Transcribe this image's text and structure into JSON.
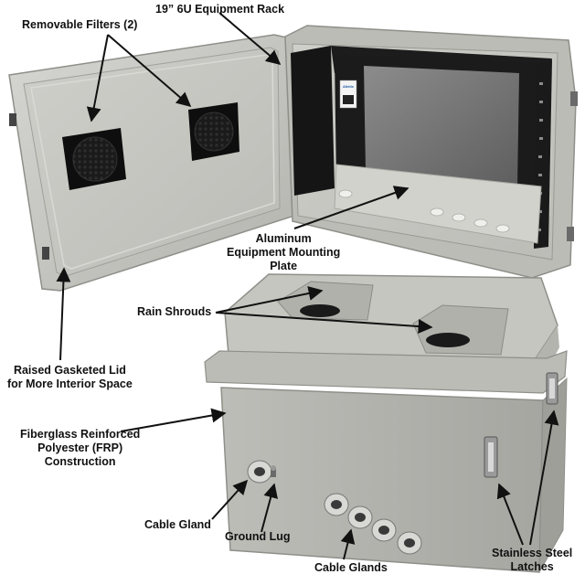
{
  "labels": {
    "equipment_rack": "19” 6U Equipment Rack",
    "removable_filters": "Removable Filters (2)",
    "mounting_plate": [
      "Aluminum",
      "Equipment Mounting",
      "Plate"
    ],
    "rain_shrouds": "Rain Shrouds",
    "raised_lid": [
      "Raised Gasketed Lid",
      "for More Interior Space"
    ],
    "frp": [
      "Fiberglass Reinforced",
      "Polyester (FRP)",
      "Construction"
    ],
    "cable_gland": "Cable Gland",
    "ground_lug": "Ground Lug",
    "cable_glands": "Cable Glands",
    "latches": [
      "Stainless Steel",
      "Latches"
    ]
  },
  "device": {
    "tag_brand": "Altelix"
  },
  "colors": {
    "enclosure_gray": "#bdbdb8",
    "rack_black": "#1c1c1c",
    "screen_gray": "#6e6e6e",
    "arrow_black": "#111111"
  }
}
